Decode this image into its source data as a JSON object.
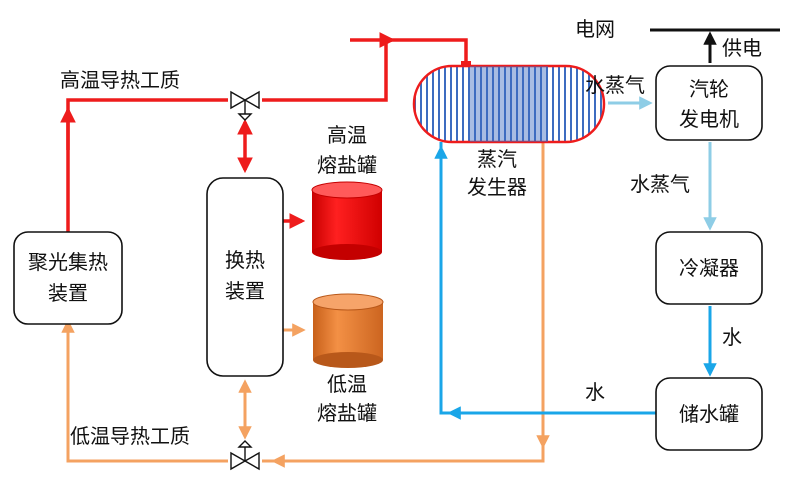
{
  "colors": {
    "hot": "#ee1c1c",
    "cold": "#f4a261",
    "water": "#1aa6e8",
    "steam": "#8ecde6",
    "hot_tank": "#ee1010",
    "cold_tank": "#ee7e30",
    "line": "#111111"
  },
  "labels": {
    "grid": "电网",
    "power_supply": "供电",
    "hot_htf": "高温导热工质",
    "cold_htf": "低温导热工质",
    "steam_top": "水蒸气",
    "steam_mid": "水蒸气",
    "water_right": "水",
    "water_bottom": "水"
  },
  "components": {
    "collector": [
      "聚光集热",
      "装置"
    ],
    "exchanger": [
      "换热",
      "装置"
    ],
    "hot_tank": [
      "高温",
      "熔盐罐"
    ],
    "cold_tank": [
      "低温",
      "熔盐罐"
    ],
    "steam_generator": [
      "蒸汽",
      "发生器"
    ],
    "turbine": [
      "汽轮",
      "发电机"
    ],
    "condenser": [
      "冷凝器"
    ],
    "water_tank": [
      "储水罐"
    ]
  },
  "icons": [
    "valve-icon",
    "arrow-icon"
  ]
}
